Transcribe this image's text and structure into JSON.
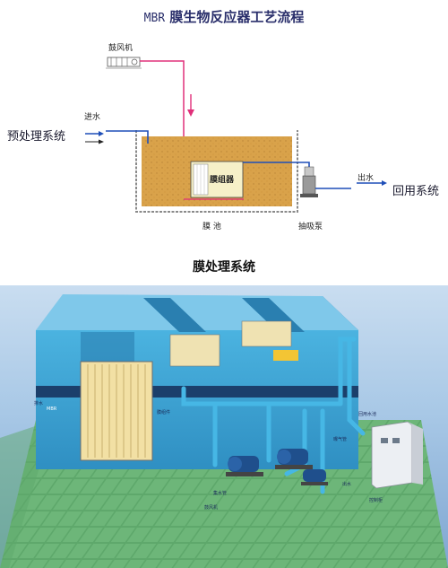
{
  "top_diagram": {
    "title_prefix": "MBR",
    "title_main": "膜生物反应器工艺流程",
    "blower_label": "鼓风机",
    "inflow_label": "进水",
    "pretreatment_label": "预处理系统",
    "membrane_label": "膜组器",
    "tank_label": "膜 池",
    "pump_label": "抽吸泵",
    "outflow_label": "出水",
    "reuse_label": "回用系统"
  },
  "bottom_diagram": {
    "title": "膜处理系统",
    "tank_band_text": "MBR",
    "side_labels": [
      "排水",
      "膜组件",
      "集水管",
      "回用水池",
      "曝气管",
      "控制柜",
      "出水",
      "鼓风机"
    ]
  },
  "colors": {
    "tank_brown": "#d9a24a",
    "air_pipe": "#e0307a",
    "water_pipe": "#1f4fb8",
    "tank_blue": "#3aa3d4",
    "floor_green": "#5ea86b"
  }
}
